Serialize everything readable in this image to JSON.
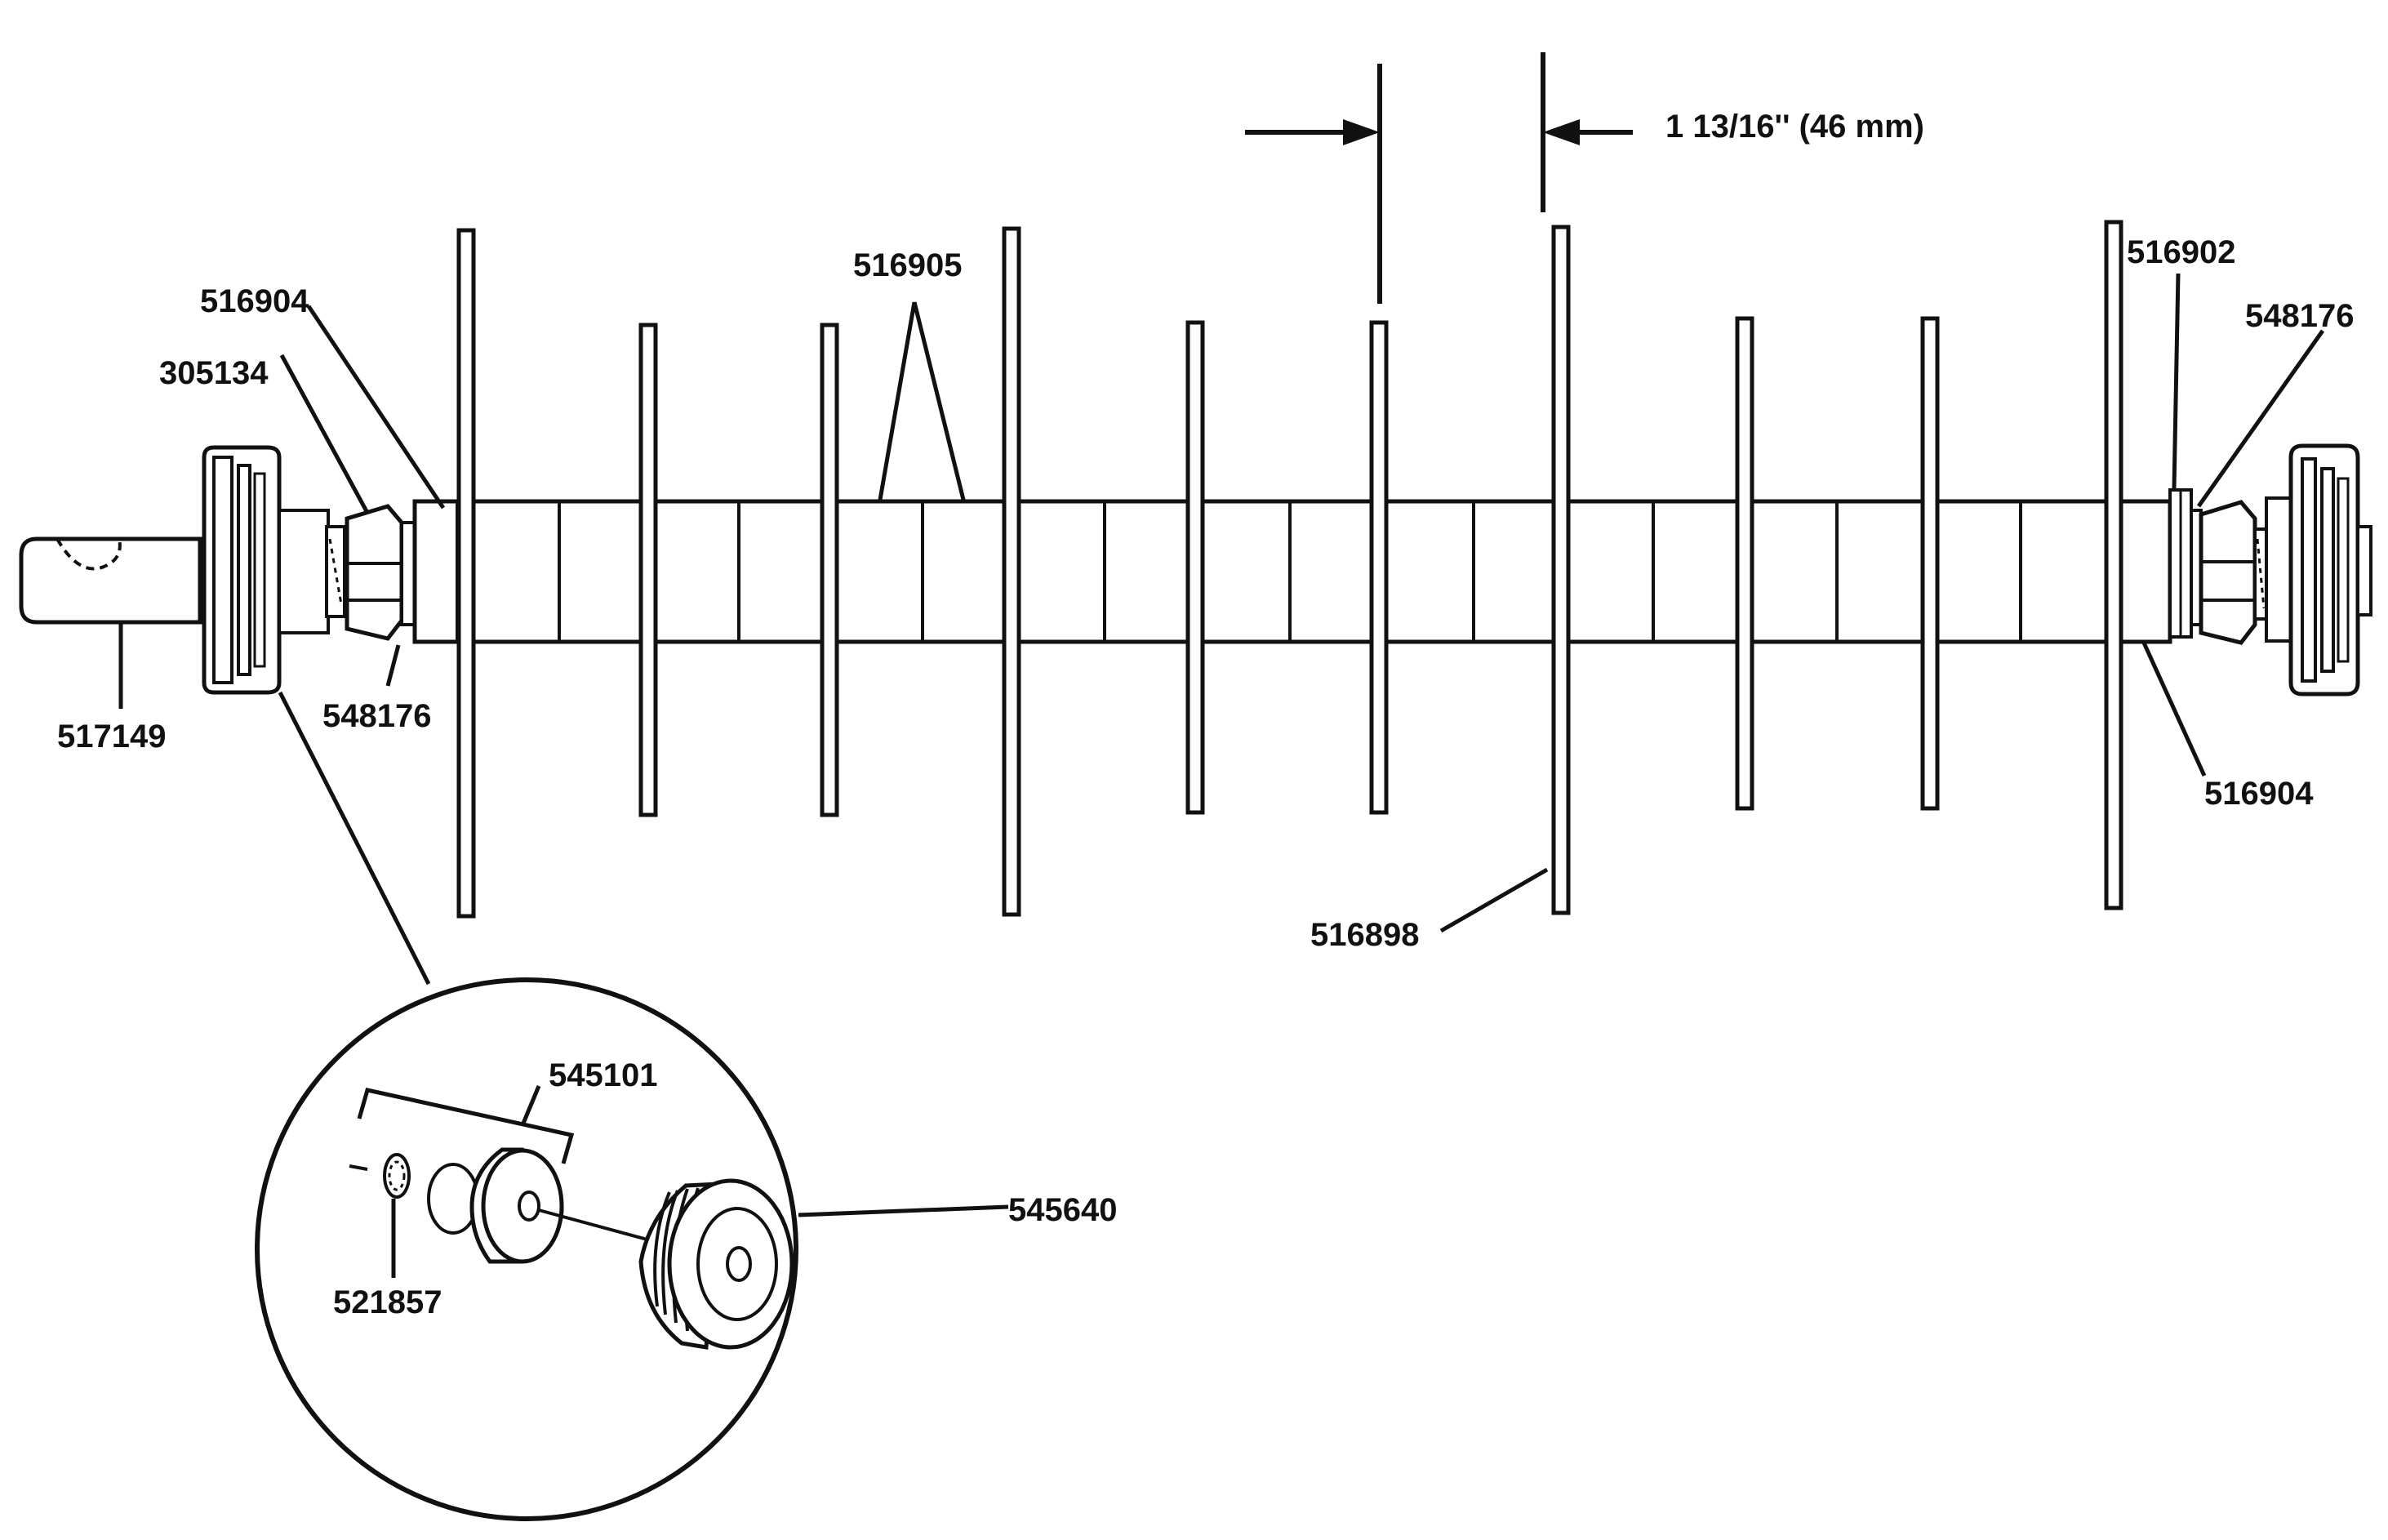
{
  "dimension": {
    "spacing_text": "1 13/16'' (46 mm)"
  },
  "parts": {
    "left_top_spacer": "516904",
    "left_nut_washer": "305134",
    "center_spacer_pair": "516905",
    "right_shim": "516902",
    "right_nut": "548176",
    "left_shaft": "517149",
    "left_nut": "548176",
    "right_bottom_spacer": "516904",
    "tine_disc": "516898",
    "bearing_kit": "545101",
    "retaining_ring": "521857",
    "roller_wheel": "545640"
  },
  "colors": {
    "ink": "#111111",
    "paper": "#ffffff"
  }
}
